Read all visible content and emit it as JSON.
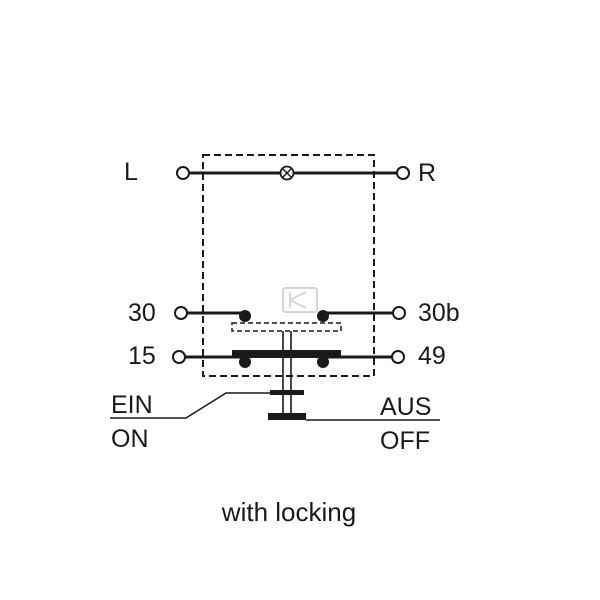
{
  "terminals": {
    "left_top": "L",
    "right_top": "R",
    "left_mid": "30",
    "right_mid": "30b",
    "left_low": "15",
    "right_low": "49"
  },
  "states": {
    "on_de": "EIN",
    "on_en": "ON",
    "off_de": "AUS",
    "off_en": "OFF"
  },
  "caption": "with locking",
  "colors": {
    "line": "#1a1a1a",
    "background": "#ffffff"
  }
}
